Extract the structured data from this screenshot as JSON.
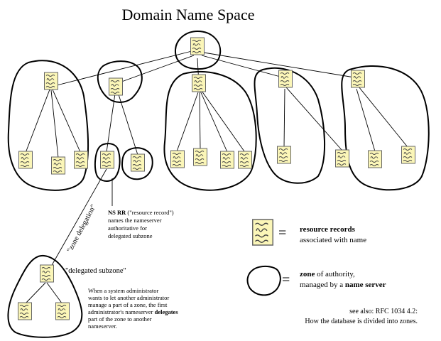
{
  "title": "Domain Name Space",
  "zone_delegation_label": "\"zone delegation\"",
  "delegated_subzone_label": "\"delegated subzone\"",
  "ns_rr_note": {
    "line1_bold": "NS RR",
    "line1_rest": " (\"resource record\")",
    "line2": "names the nameserver",
    "line3": "authoritative for",
    "line4": "delegated subzone"
  },
  "legend": {
    "records_bold": "resource records",
    "records_line2": "associated with name",
    "zone_bold": "zone",
    "zone_rest": " of authority,",
    "zone_line2_pre": "managed by a ",
    "zone_line2_bold": "name server",
    "equals": "="
  },
  "admin_note": {
    "line1": "When a system administrator",
    "line2": "wants to let another administrator",
    "line3": "manage a part of a zone, the first",
    "line4_pre": "administrator's nameserver ",
    "line4_bold": "delegates",
    "line5": "part of the zone to another",
    "line6": "nameserver."
  },
  "see_also": {
    "line1": "see also: RFC 1034 4.2:",
    "line2": "How the database is divided into zones."
  },
  "colors": {
    "record_fill": "#fbf6b8",
    "record_stroke": "#555555",
    "line": "#000000"
  },
  "icons": [
    "resource-record-icon",
    "zone-blob-icon"
  ]
}
